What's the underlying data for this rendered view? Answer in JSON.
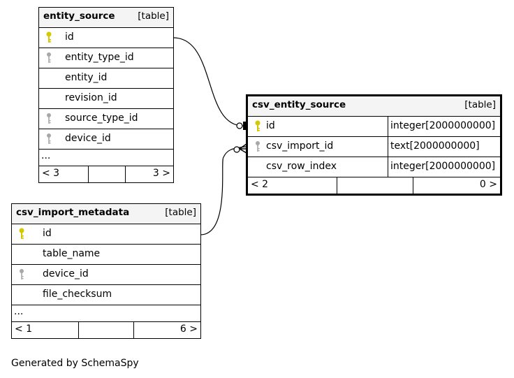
{
  "tables": {
    "entity_source": {
      "name": "entity_source",
      "kind": "[table]",
      "columns": [
        {
          "name": "id",
          "key": "primary"
        },
        {
          "name": "entity_type_id",
          "key": "foreign"
        },
        {
          "name": "entity_id",
          "key": "none"
        },
        {
          "name": "revision_id",
          "key": "none"
        },
        {
          "name": "source_type_id",
          "key": "foreign"
        },
        {
          "name": "device_id",
          "key": "foreign"
        }
      ],
      "more": "...",
      "footer": {
        "left": "< 3",
        "right": "3 >"
      }
    },
    "csv_entity_source": {
      "name": "csv_entity_source",
      "kind": "[table]",
      "columns": [
        {
          "name": "id",
          "key": "primary",
          "type": "integer[2000000000]"
        },
        {
          "name": "csv_import_id",
          "key": "foreign",
          "type": "text[2000000000]"
        },
        {
          "name": "csv_row_index",
          "key": "none",
          "type": "integer[2000000000]"
        }
      ],
      "footer": {
        "left": "< 2",
        "right": "0 >"
      }
    },
    "csv_import_metadata": {
      "name": "csv_import_metadata",
      "kind": "[table]",
      "columns": [
        {
          "name": "id",
          "key": "primary"
        },
        {
          "name": "table_name",
          "key": "none"
        },
        {
          "name": "device_id",
          "key": "foreign"
        },
        {
          "name": "file_checksum",
          "key": "none"
        }
      ],
      "more": "...",
      "footer": {
        "left": "< 1",
        "right": "6 >"
      }
    }
  },
  "colors": {
    "primary_key": "#d4c800",
    "foreign_key": "#a8a8a8",
    "header_bg": "#f4f4f4"
  },
  "generated_by": "Generated by SchemaSpy"
}
